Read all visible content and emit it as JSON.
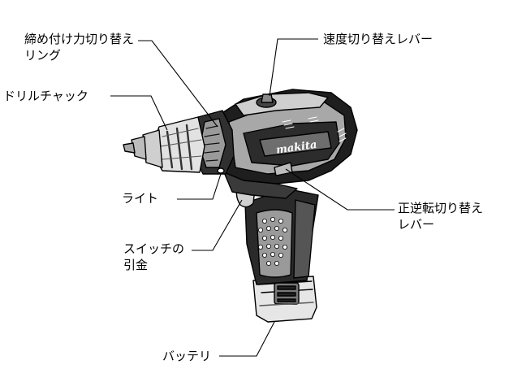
{
  "labels": {
    "torque_ring": [
      "締め付け力切り替え",
      "リング"
    ],
    "speed_lever": "速度切り替えレバー",
    "chuck": "ドリルチャック",
    "light": "ライト",
    "reverse_lever": [
      "正逆転切り替え",
      "レバー"
    ],
    "trigger": [
      "スイッチの",
      "引金"
    ],
    "battery": "バッテリ"
  },
  "brand_mark": "makita",
  "colors": {
    "line": "#000000",
    "body_dark": "#1a1a1a",
    "body_gray": "#8c8c8c",
    "light_gray": "#d9d9d9"
  }
}
